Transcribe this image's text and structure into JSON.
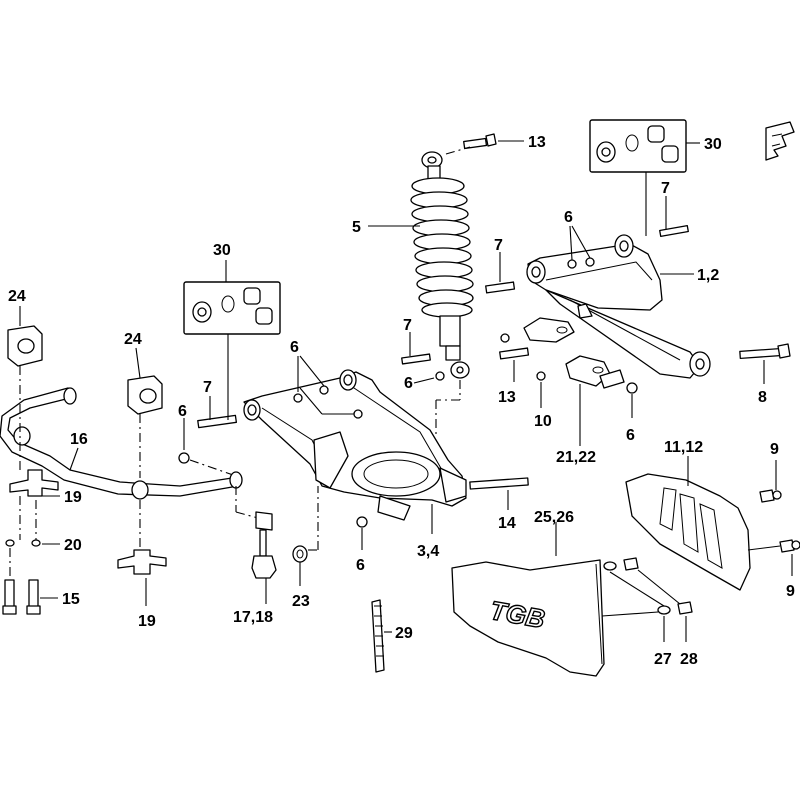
{
  "diagram": {
    "brand_logo_text": "TGB",
    "callouts": {
      "c13": "13",
      "c30_right": "30",
      "c30_left": "30",
      "c5": "5",
      "c7_top_right": "7",
      "c6_top_right": "6",
      "c7_mid": "7",
      "c1_2": "1,2",
      "c24_left": "24",
      "c24_mid": "24",
      "c6_left_arm": "6",
      "c7_mid_upper": "7",
      "c6_shock": "6",
      "c7_left": "7",
      "c6_far_left": "6",
      "c13_lower": "13",
      "c8": "8",
      "c10": "10",
      "c6_right_low": "6",
      "c16": "16",
      "c21_22": "21,22",
      "c11_12": "11,12",
      "c9_top": "9",
      "c19_top": "19",
      "c20": "20",
      "c14": "14",
      "c25_26": "25,26",
      "c15": "15",
      "c6_bottom": "6",
      "c3_4": "3,4",
      "c9_bottom": "9",
      "c17_18": "17,18",
      "c23": "23",
      "c19_bottom": "19",
      "c29": "29",
      "c27": "27",
      "c28": "28"
    }
  }
}
